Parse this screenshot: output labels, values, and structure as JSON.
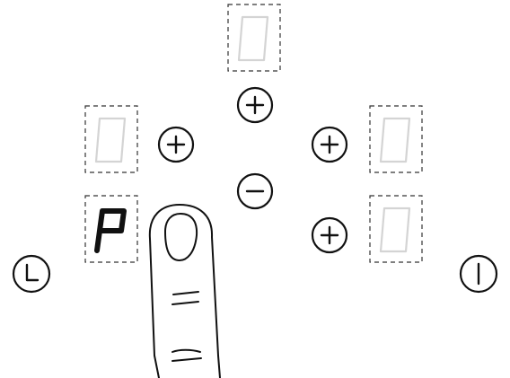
{
  "panel": {
    "displays": [
      {
        "id": "top-zone",
        "value": "0",
        "active": false
      },
      {
        "id": "left-upper-zone",
        "value": "0",
        "active": false
      },
      {
        "id": "left-lower-zone",
        "value": "P",
        "active": true
      },
      {
        "id": "right-upper-zone",
        "value": "0",
        "active": false
      },
      {
        "id": "right-lower-zone",
        "value": "0",
        "active": false
      }
    ],
    "buttons": [
      {
        "id": "top-plus",
        "icon": "plus-icon"
      },
      {
        "id": "center-minus",
        "icon": "minus-icon"
      },
      {
        "id": "left-plus",
        "icon": "plus-icon"
      },
      {
        "id": "right-upper-plus",
        "icon": "plus-icon"
      },
      {
        "id": "right-lower-plus",
        "icon": "plus-icon"
      },
      {
        "id": "timer",
        "icon": "timer-icon"
      },
      {
        "id": "power",
        "icon": "power-icon"
      }
    ],
    "colors": {
      "active_segment": "#111111",
      "inactive_segment": "#d4d4d4",
      "outline": "#111111"
    },
    "gesture": {
      "type": "finger-press",
      "icon": "finger-pointer-icon"
    }
  }
}
